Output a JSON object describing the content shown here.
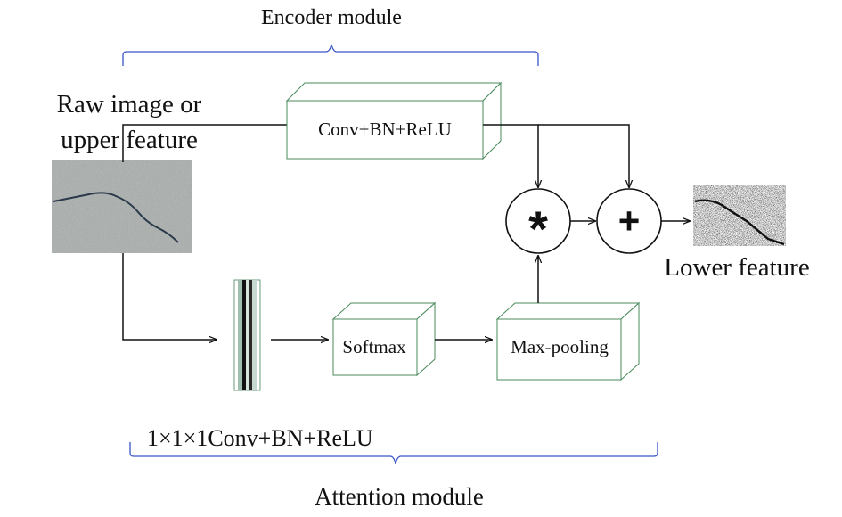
{
  "labels": {
    "encoder_module": "Encoder module",
    "attention_module": "Attention module",
    "input_line1": "Raw image or",
    "input_line2": "upper feature",
    "conv_block": "Conv+BN+ReLU",
    "softmax_block": "Softmax",
    "maxpool_block": "Max-pooling",
    "one_by_one_conv": "1×1×1Conv+BN+ReLU",
    "output_label": "Lower feature",
    "multiply_symbol": "*",
    "add_symbol": "+"
  },
  "colors": {
    "brace": "#3a55c8",
    "box_edge": "#4a8a5c",
    "arrow": "#111111",
    "pavement": "#a9aeac",
    "crack": "#2b3a4a"
  }
}
